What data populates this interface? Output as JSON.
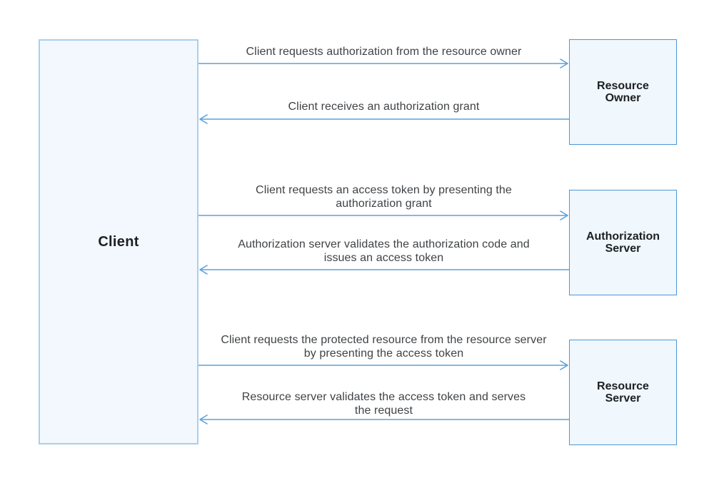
{
  "diagram": {
    "type": "sequence-flow",
    "client": {
      "label": "Client"
    },
    "actors": [
      {
        "label": "Resource Owner"
      },
      {
        "label": "Authorization Server"
      },
      {
        "label": "Resource Server"
      }
    ],
    "messages": [
      {
        "text": "Client requests authorization from the resource owner",
        "direction": "right",
        "from": "Client",
        "to": "Resource Owner"
      },
      {
        "text": "Client receives an authorization grant",
        "direction": "left",
        "from": "Resource Owner",
        "to": "Client"
      },
      {
        "text": "Client requests an access token by presenting the\nauthorization grant",
        "direction": "right",
        "from": "Client",
        "to": "Authorization Server"
      },
      {
        "text": "Authorization server validates the authorization code and\nissues an access token",
        "direction": "left",
        "from": "Authorization Server",
        "to": "Client"
      },
      {
        "text": "Client requests the protected resource from the resource server\nby presenting the access token",
        "direction": "right",
        "from": "Client",
        "to": "Resource Server"
      },
      {
        "text": "Resource server validates the access token and serves\nthe request",
        "direction": "left",
        "from": "Resource Server",
        "to": "Client"
      }
    ],
    "colors": {
      "background": "#ffffff",
      "box_fill": "#f1f8fd",
      "client_border": "#a9cfee",
      "actor_border": "#4e96d6",
      "arrow": "#5ca0dc",
      "message_text": "#3f4245",
      "label_text": "#1d2023"
    }
  }
}
